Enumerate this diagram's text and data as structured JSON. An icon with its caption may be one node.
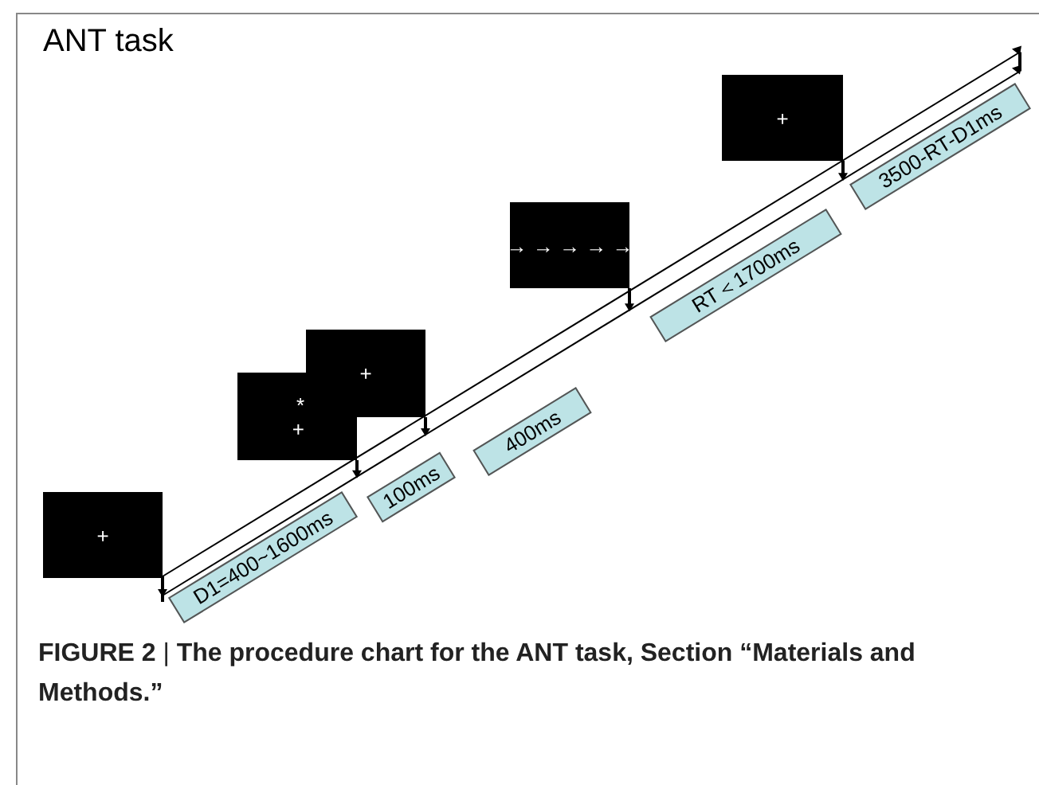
{
  "diagram": {
    "title": "ANT task",
    "caption": "**FIGURE 2** | **The procedure chart for the ANT task, Section “Materials and Methods.”**",
    "nodes": [
      {
        "text": [
          "+"
        ]
      },
      {
        "text": [
          "*",
          "+"
        ]
      },
      {
        "text": [
          "+"
        ]
      },
      {
        "text": [
          "→ → → → →"
        ]
      },
      {
        "text": [
          "+"
        ]
      },
      {
        "text": [
          "D1=400~1600ms"
        ]
      },
      {
        "text": [
          "100ms"
        ]
      },
      {
        "text": [
          "400ms"
        ]
      },
      {
        "text": [
          "RT＜1700ms"
        ]
      },
      {
        "text": [
          "3500-RT-D1ms"
        ]
      }
    ]
  }
}
